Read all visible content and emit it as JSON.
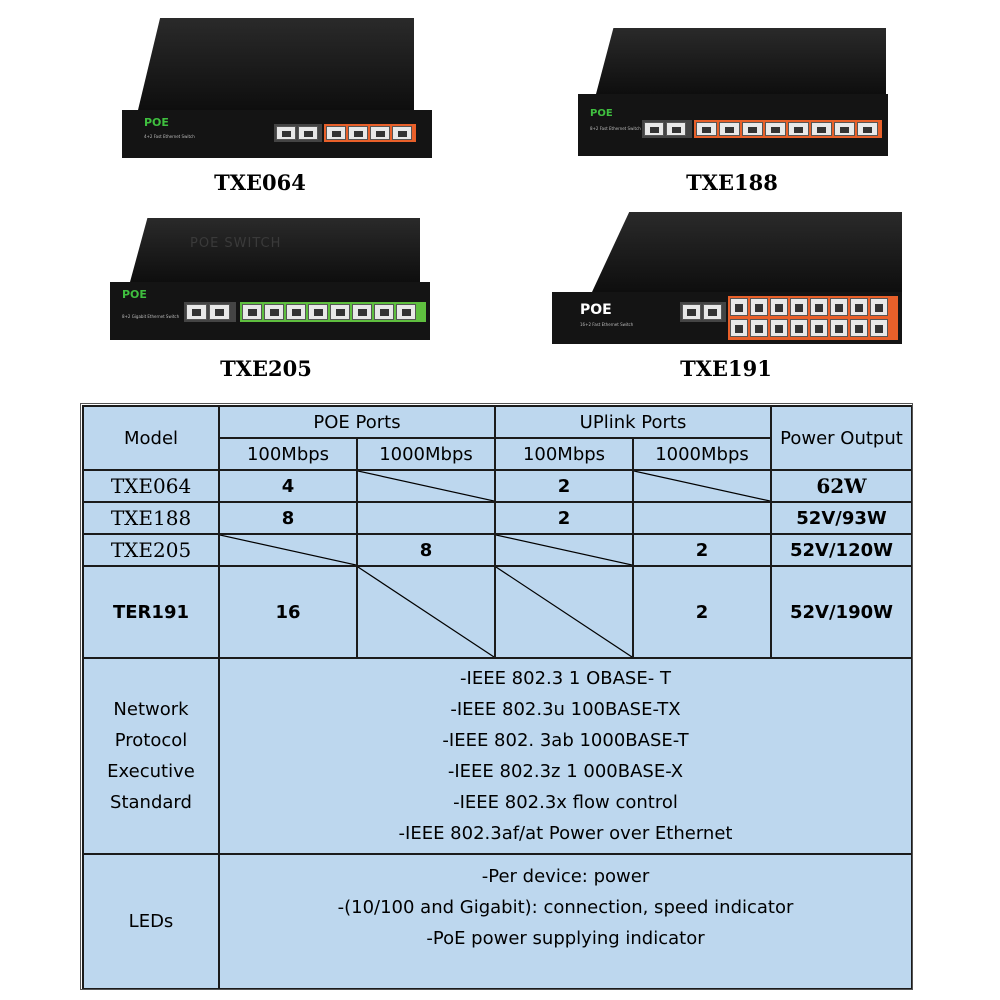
{
  "products": [
    {
      "model": "TXE064",
      "logo": "POE",
      "subtext": "4+2 Fast Ethernet Switch"
    },
    {
      "model": "TXE188",
      "logo": "POE",
      "subtext": "8+2 Fast Ethernet Switch"
    },
    {
      "model": "TXE205",
      "logo": "POE",
      "subtext": "8+2 Gigabit Ethernet Switch",
      "top_text": "POE SWITCH"
    },
    {
      "model": "TXE191",
      "logo": "POE",
      "subtext": "16+2 Fast Ethernet Switch"
    }
  ],
  "table": {
    "header": {
      "model": "Model",
      "poe_ports": "POE Ports",
      "uplink_ports": "UPlink Ports",
      "power_output": "Power Output",
      "sub_100": "100Mbps",
      "sub_1000": "1000Mbps"
    },
    "rows": [
      {
        "model": "TXE064",
        "poe_100": "4",
        "poe_1000": "",
        "up_100": "2",
        "up_1000": "",
        "power": "62W"
      },
      {
        "model": "TXE188",
        "poe_100": "8",
        "poe_1000": "",
        "up_100": "2",
        "up_1000": "",
        "power": "52V/93W"
      },
      {
        "model": "TXE205",
        "poe_100": "",
        "poe_1000": "8",
        "up_100": "",
        "up_1000": "2",
        "power": "52V/120W"
      },
      {
        "model": "TER191",
        "poe_100": "16",
        "poe_1000": "",
        "up_100": "",
        "up_1000": "2",
        "power": "52V/190W"
      }
    ],
    "protocol": {
      "label_lines": [
        "Network",
        "Protocol",
        "Executive",
        "Standard"
      ],
      "items": [
        "-IEEE 802.3 1 OBASE- T",
        "-IEEE 802.3u 100BASE-TX",
        "-IEEE 802. 3ab 1000BASE-T",
        "-IEEE 802.3z 1 000BASE-X",
        "-IEEE 802.3x flow control",
        "-IEEE 802.3af/at Power over Ethernet"
      ]
    },
    "leds": {
      "label": "LEDs",
      "items": [
        "-Per device: power",
        "-(10/100 and Gigabit): connection, speed indicator",
        "-PoE power supplying indicator"
      ]
    }
  }
}
